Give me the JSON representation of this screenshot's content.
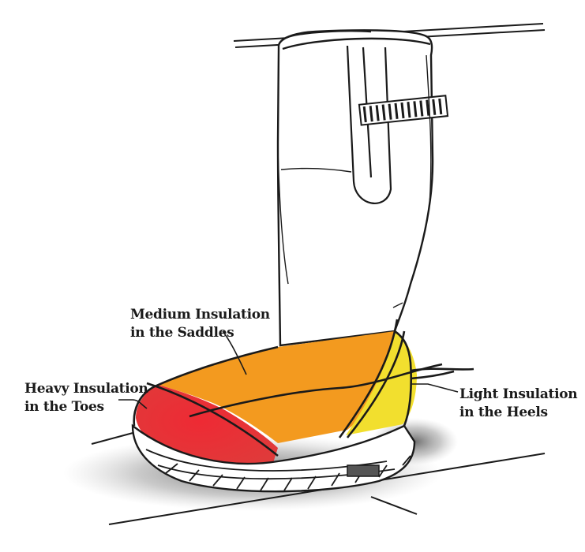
{
  "labels": {
    "medium": {
      "line1": "Medium Insulation",
      "line2": "in the Saddles",
      "color": "#f39a1f"
    },
    "heavy": {
      "line1": "Heavy Insulation",
      "line2": "in the Toes",
      "color": "#e8222d"
    },
    "light": {
      "line1": "Light Insulation",
      "line2": "in the Heels",
      "color": "#f2df2e"
    }
  },
  "colors": {
    "ink": "#1a1a1a",
    "toe": "#e8222d",
    "saddle": "#f39a1f",
    "heel": "#f2df2e",
    "shadow": "#7a7a7a"
  }
}
